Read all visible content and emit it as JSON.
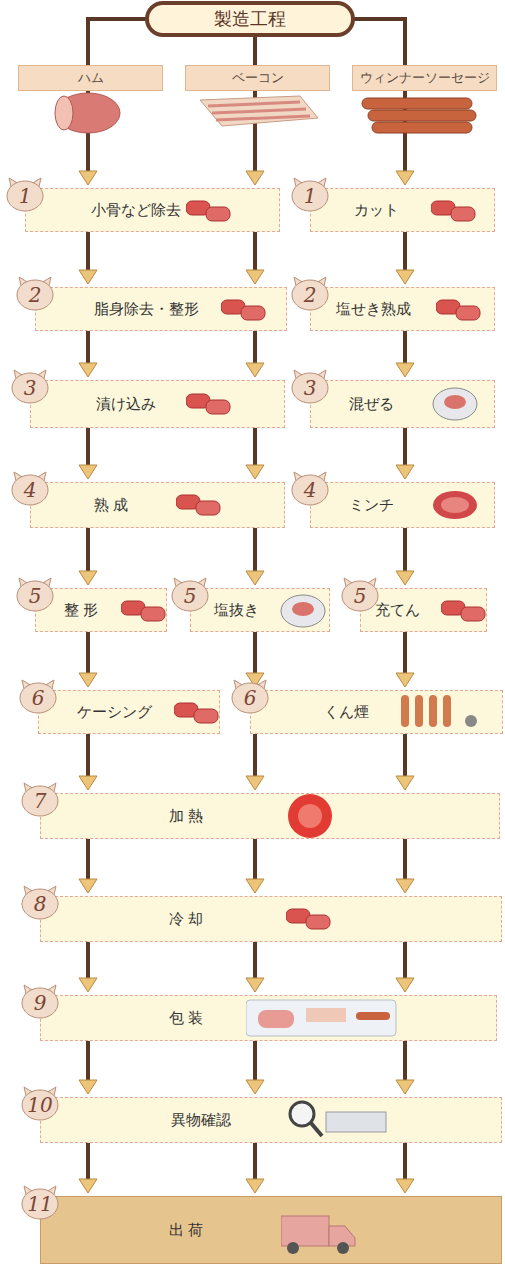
{
  "diagram": {
    "title": "製造工程",
    "nodes": [
      {
        "text": [
          "ハム"
        ]
      },
      {
        "text": [
          "ベーコン"
        ]
      },
      {
        "text": [
          "ウィンナーソーセージ"
        ]
      },
      {
        "text": [
          "1",
          "小骨など除去"
        ]
      },
      {
        "text": [
          "1",
          "カット"
        ]
      },
      {
        "text": [
          "2",
          "脂身除去・整形"
        ]
      },
      {
        "text": [
          "2",
          "塩せき熟成"
        ]
      },
      {
        "text": [
          "3",
          "漬け込み"
        ]
      },
      {
        "text": [
          "3",
          "混ぜる"
        ]
      },
      {
        "text": [
          "4",
          "熟 成"
        ]
      },
      {
        "text": [
          "4",
          "ミンチ"
        ]
      },
      {
        "text": [
          "5",
          "整 形"
        ]
      },
      {
        "text": [
          "5",
          "塩抜き"
        ]
      },
      {
        "text": [
          "5",
          "充てん"
        ]
      },
      {
        "text": [
          "6",
          "ケーシング"
        ]
      },
      {
        "text": [
          "6",
          "くん煙"
        ]
      },
      {
        "text": [
          "7",
          "加 熱"
        ]
      },
      {
        "text": [
          "8",
          "冷 却"
        ]
      },
      {
        "text": [
          "9",
          "包 装"
        ]
      },
      {
        "text": [
          "10",
          "異物確認"
        ]
      },
      {
        "text": [
          "11",
          "出 荷"
        ]
      }
    ],
    "edges": [
      {
        "from": 0,
        "to": 3,
        "arrow": "to"
      },
      {
        "from": 1,
        "to": 3,
        "arrow": "to"
      },
      {
        "from": 2,
        "to": 4,
        "arrow": "to"
      },
      {
        "from": 3,
        "to": 5,
        "arrow": "to"
      },
      {
        "from": 4,
        "to": 6,
        "arrow": "to"
      },
      {
        "from": 5,
        "to": 7,
        "arrow": "to"
      },
      {
        "from": 6,
        "to": 8,
        "arrow": "to"
      },
      {
        "from": 7,
        "to": 9,
        "arrow": "to"
      },
      {
        "from": 8,
        "to": 10,
        "arrow": "to"
      },
      {
        "from": 9,
        "to": 11,
        "arrow": "to"
      },
      {
        "from": 9,
        "to": 12,
        "arrow": "to"
      },
      {
        "from": 10,
        "to": 13,
        "arrow": "to"
      },
      {
        "from": 11,
        "to": 14,
        "arrow": "to"
      },
      {
        "from": 12,
        "to": 15,
        "arrow": "to"
      },
      {
        "from": 13,
        "to": 15,
        "arrow": "to"
      },
      {
        "from": 14,
        "to": 16,
        "arrow": "to"
      },
      {
        "from": 15,
        "to": 16,
        "arrow": "to"
      },
      {
        "from": 16,
        "to": 17,
        "arrow": "to"
      },
      {
        "from": 17,
        "to": 18,
        "arrow": "to"
      },
      {
        "from": 18,
        "to": 19,
        "arrow": "to"
      },
      {
        "from": 19,
        "to": 20,
        "arrow": "to"
      }
    ]
  }
}
